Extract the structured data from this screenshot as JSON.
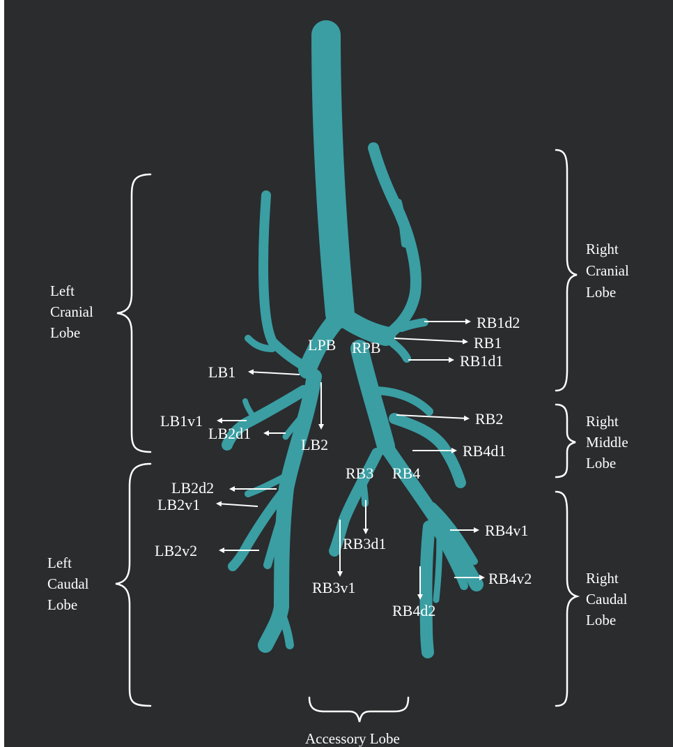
{
  "colors": {
    "background": "#2a2c2e",
    "airway": "#3a9ea3",
    "airway_dark": "#2a7d82",
    "text": "#ffffff"
  },
  "lobes": {
    "left_cranial": [
      "Left",
      "Cranial",
      "Lobe"
    ],
    "left_caudal": [
      "Left",
      "Caudal",
      "Lobe"
    ],
    "right_cranial": [
      "Right",
      "Cranial",
      "Lobe"
    ],
    "right_middle": [
      "Right",
      "Middle",
      "Lobe"
    ],
    "right_caudal": [
      "Right",
      "Caudal",
      "Lobe"
    ],
    "accessory": "Accessory Lobe"
  },
  "labels": {
    "lpb": "LPB",
    "rpb": "RPB",
    "lb1": "LB1",
    "lb1v1": "LB1v1",
    "lb2d1": "LB2d1",
    "lb2": "LB2",
    "lb2d2": "LB2d2",
    "lb2v1": "LB2v1",
    "lb2v2": "LB2v2",
    "rb1d2": "RB1d2",
    "rb1": "RB1",
    "rb1d1": "RB1d1",
    "rb2": "RB2",
    "rb4d1": "RB4d1",
    "rb3": "RB3",
    "rb4": "RB4",
    "rb4v1": "RB4v1",
    "rb3d1": "RB3d1",
    "rb4v2": "RB4v2",
    "rb3v1": "RB3v1",
    "rb4d2": "RB4d2"
  }
}
